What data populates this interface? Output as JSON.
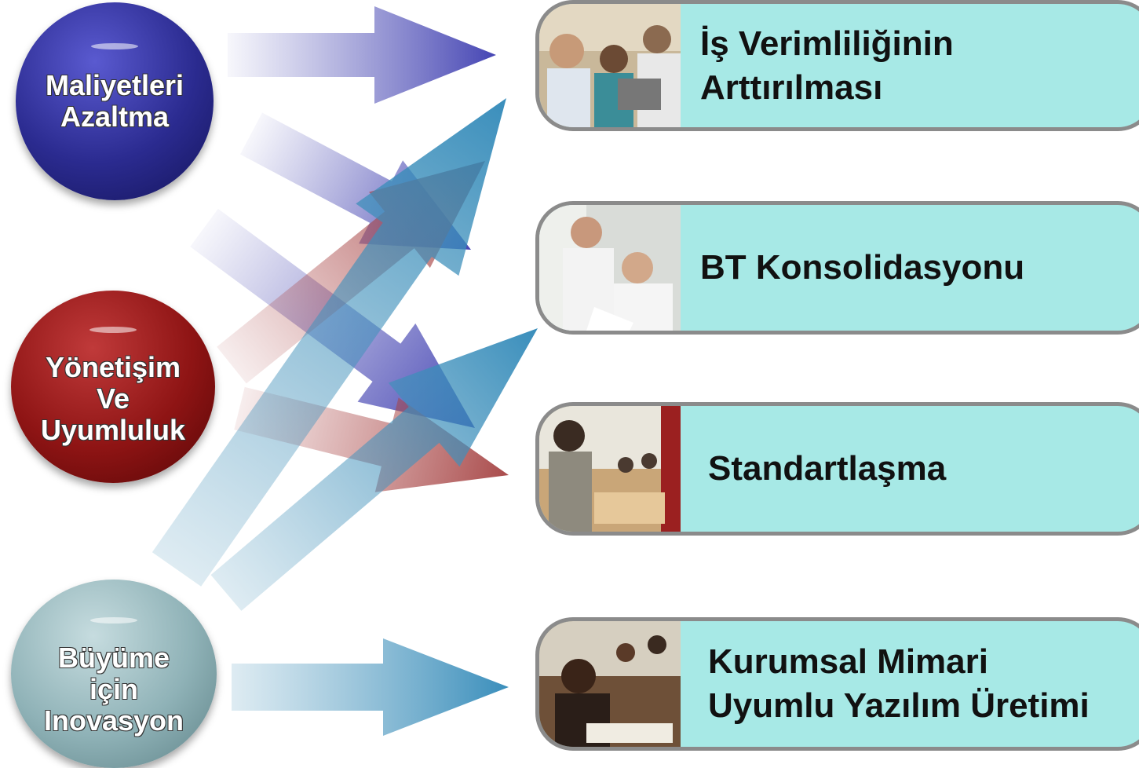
{
  "sources": [
    {
      "lines": [
        "Maliyetleri",
        "Azaltma"
      ],
      "color": "#2b2b90"
    },
    {
      "lines": [
        "Yönetişim",
        "Ve",
        "Uyumluluk"
      ],
      "color": "#8e1414"
    },
    {
      "lines": [
        "Büyüme",
        "için",
        "Inovasyon"
      ],
      "color": "#8fb2b7"
    }
  ],
  "targets": [
    {
      "lines": [
        "İş Verimliliğinin",
        "Arttırılması"
      ],
      "photo": "meeting-photo"
    },
    {
      "lines": [
        "BT Konsolidasyonu"
      ],
      "photo": "doctors-photo"
    },
    {
      "lines": [
        "Standartlaşma"
      ],
      "photo": "office-photo"
    },
    {
      "lines": [
        "Kurumsal Mimari",
        "Uyumlu Yazılım Üretimi"
      ],
      "photo": "conference-photo"
    }
  ],
  "colors": {
    "arrow_blue": "#5a5ab8",
    "arrow_red": "#b05050",
    "arrow_teal": "#5a9ec0",
    "card_fill": "#a7e9e6",
    "card_border": "#8b8b8b"
  }
}
